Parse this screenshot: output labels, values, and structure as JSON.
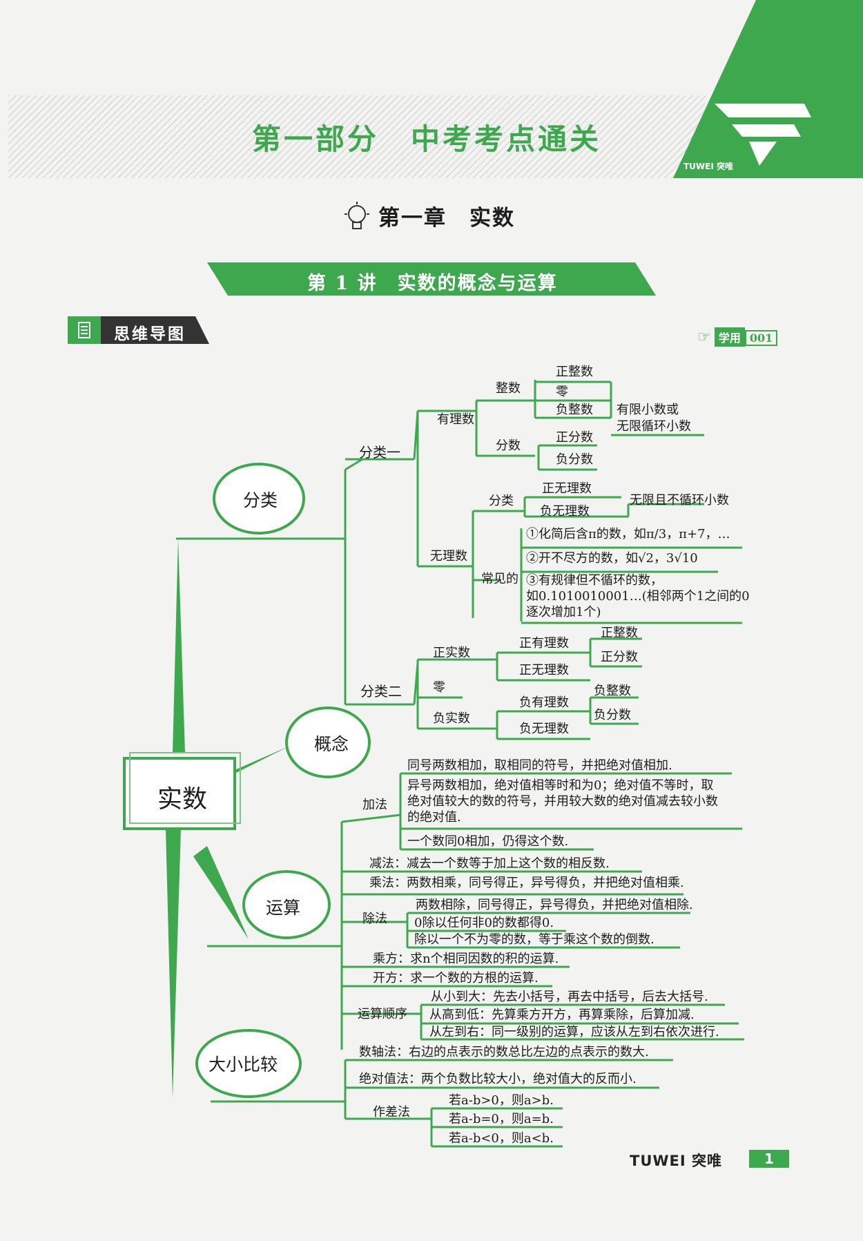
{
  "header": {
    "part_title": "第一部分　中考考点通关",
    "brand": "TUWEI 突唯",
    "chapter_title": "第一章　实数",
    "lecture_title": "第 1 讲　实数的概念与运算",
    "section_label": "思维导图",
    "study_label": "学用",
    "study_code": "001"
  },
  "mindmap": {
    "root": "实数",
    "branches": {
      "classify": "分类",
      "concept": "概念",
      "operation": "运算",
      "compare": "大小比较"
    },
    "classify_one": {
      "label": "分类一",
      "rational": "有理数",
      "integer": "整数",
      "pos_int": "正整数",
      "zero": "零",
      "neg_int": "负整数",
      "fraction": "分数",
      "pos_frac": "正分数",
      "neg_frac": "负分数",
      "finite_note_1": "有限小数或",
      "finite_note_2": "无限循环小数",
      "irrational": "无理数",
      "irr_classify": "分类",
      "pos_irr": "正无理数",
      "neg_irr": "负无理数",
      "infinite_note": "无限且不循环小数",
      "common": "常见的",
      "common_1": "①化简后含π的数，如π/3，π+7，…",
      "common_2": "②开不尽方的数，如√2，3√10",
      "common_3_1": "③有规律但不循环的数，",
      "common_3_2": "如0.1010010001…(相邻两个1之间的0",
      "common_3_3": "逐次增加1个)"
    },
    "classify_two": {
      "label": "分类二",
      "pos_real": "正实数",
      "pos_rational": "正有理数",
      "pos_int": "正整数",
      "pos_frac": "正分数",
      "pos_irr": "正无理数",
      "zero": "零",
      "neg_real": "负实数",
      "neg_rational": "负有理数",
      "neg_int": "负整数",
      "neg_frac": "负分数",
      "neg_irr": "负无理数"
    },
    "ops": {
      "add": "加法",
      "add_1": "同号两数相加，取相同的符号，并把绝对值相加.",
      "add_2a": "异号两数相加，绝对值相等时和为0；绝对值不等时，取",
      "add_2b": "绝对值较大的数的符号，并用较大数的绝对值减去较小数",
      "add_2c": "的绝对值.",
      "add_3": "一个数同0相加，仍得这个数.",
      "sub": "减法：减去一个数等于加上这个数的相反数.",
      "mul": "乘法：两数相乘，同号得正，异号得负，并把绝对值相乘.",
      "div": "除法",
      "div_1": "两数相除，同号得正，异号得负，并把绝对值相除.",
      "div_2": "0除以任何非0的数都得0.",
      "div_3": "除以一个不为零的数，等于乘这个数的倒数.",
      "pow": "乘方：求n个相同因数的积的运算.",
      "root": "开方：求一个数的方根的运算.",
      "order": "运算顺序",
      "order_1": "从小到大：先去小括号，再去中括号，后去大括号.",
      "order_2": "从高到低：先算乘方开方，再算乘除，后算加减.",
      "order_3": "从左到右：同一级别的运算，应该从左到右依次进行."
    },
    "cmp": {
      "axis": "数轴法：右边的点表示的数总比左边的点表示的数大.",
      "abs": "绝对值法：两个负数比较大小，绝对值大的反而小.",
      "diff": "作差法",
      "diff_1": "若a-b>0，则a>b.",
      "diff_2": "若a-b=0，则a=b.",
      "diff_3": "若a-b<0，则a<b."
    }
  },
  "footer": {
    "brand": "TUWEI 突唯",
    "page": "1"
  },
  "colors": {
    "accent": "#3ea84f"
  }
}
